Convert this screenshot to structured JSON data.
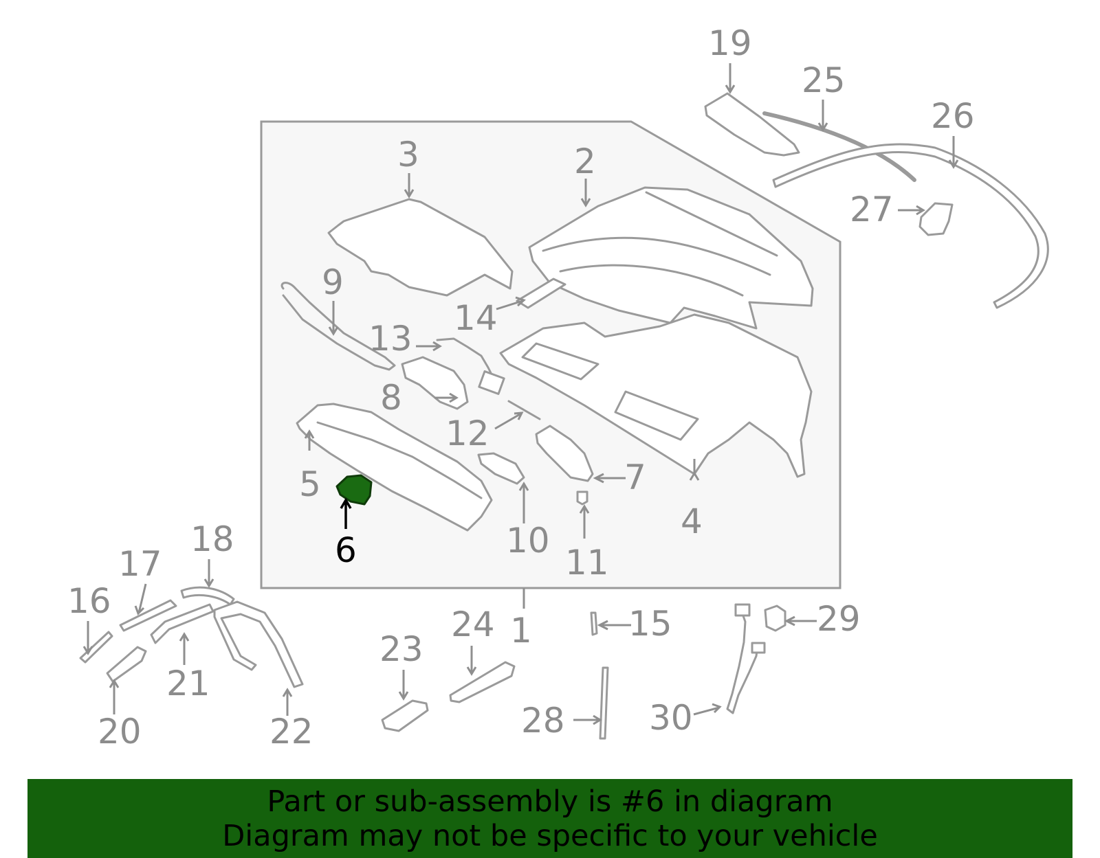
{
  "diagram": {
    "callouts": [
      {
        "id": "1",
        "label": "1"
      },
      {
        "id": "2",
        "label": "2"
      },
      {
        "id": "3",
        "label": "3"
      },
      {
        "id": "4",
        "label": "4"
      },
      {
        "id": "5",
        "label": "5"
      },
      {
        "id": "6",
        "label": "6"
      },
      {
        "id": "7",
        "label": "7"
      },
      {
        "id": "8",
        "label": "8"
      },
      {
        "id": "9",
        "label": "9"
      },
      {
        "id": "10",
        "label": "10"
      },
      {
        "id": "11",
        "label": "11"
      },
      {
        "id": "12",
        "label": "12"
      },
      {
        "id": "13",
        "label": "13"
      },
      {
        "id": "14",
        "label": "14"
      },
      {
        "id": "15",
        "label": "15"
      },
      {
        "id": "16",
        "label": "16"
      },
      {
        "id": "17",
        "label": "17"
      },
      {
        "id": "18",
        "label": "18"
      },
      {
        "id": "19",
        "label": "19"
      },
      {
        "id": "20",
        "label": "20"
      },
      {
        "id": "21",
        "label": "21"
      },
      {
        "id": "22",
        "label": "22"
      },
      {
        "id": "23",
        "label": "23"
      },
      {
        "id": "24",
        "label": "24"
      },
      {
        "id": "25",
        "label": "25"
      },
      {
        "id": "26",
        "label": "26"
      },
      {
        "id": "27",
        "label": "27"
      },
      {
        "id": "28",
        "label": "28"
      },
      {
        "id": "29",
        "label": "29"
      },
      {
        "id": "30",
        "label": "30"
      }
    ],
    "highlighted_part": "6",
    "colors": {
      "highlight_fill": "#1a6b12",
      "parts_stroke": "#9a9a9a",
      "label_text": "#8c8c8c",
      "assembly_box_fill": "#f7f7f7",
      "banner_bg": "#14610c"
    }
  },
  "banner": {
    "line1": "Part or sub-assembly is #6 in diagram",
    "line2": "Diagram may not be specific to your vehicle"
  }
}
